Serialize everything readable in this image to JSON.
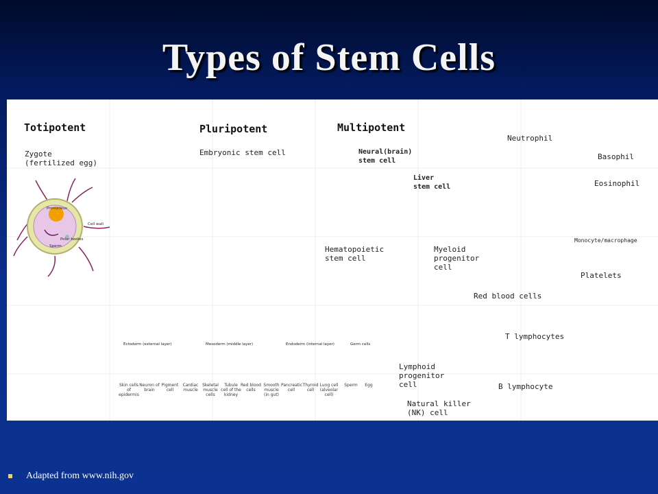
{
  "slide": {
    "title": "Types of Stem Cells",
    "footer": "Adapted from www.nih.gov"
  },
  "diagram": {
    "totipotent": {
      "heading": "Totipotent",
      "desc": "Zygote\n(fertilized egg)",
      "parts": [
        "Pronucleus",
        "Polar bodies",
        "Sperm",
        "Cell wall"
      ]
    },
    "pluripotent": {
      "heading": "Pluripotent",
      "desc": "Embryonic stem cell"
    },
    "multipotent": {
      "heading": "Multipotent"
    },
    "neural": "Neural(brain)\nstem cell",
    "liver": "Liver\nstem cell",
    "hematopoietic": "Hematopoietic\nstem cell",
    "myeloid": "Myeloid\nprogenitor\ncell",
    "lymphoid": "Lymphoid\nprogenitor\ncell",
    "neutrophil": "Neutrophil",
    "basophil": "Basophil",
    "eosinophil": "Eosinophil",
    "monocyte": "Monocyte/macrophage",
    "platelets": "Platelets",
    "rbc": "Red blood cells",
    "t_lymph": "T lymphocytes",
    "b_lymph": "B lymphocyte",
    "nk": "Natural killer\n(NK) cell",
    "germ_layers": {
      "ectoderm": "Ectoderm (external layer)",
      "mesoderm": "Mesoderm (middle layer)",
      "endoderm": "Endoderm (internal layer)",
      "germ": "Germ cells",
      "cells": [
        "Skin cells of epidermis",
        "Neuron of brain",
        "Pigment cell",
        "Cardiac muscle",
        "Skeletal muscle cells",
        "Tubule cell of the kidney",
        "Red blood cells",
        "Smooth muscle (in gut)",
        "Pancreatic cell",
        "Thyroid cell",
        "Lung cell (alveolar cell)",
        "Sperm",
        "Egg"
      ]
    }
  },
  "colors": {
    "ectoderm_bg": "#cfe6f3",
    "mesoderm_bg": "#d7eccf",
    "endoderm_bg": "#f4efc0",
    "germ_bg": "#d9c6ea"
  }
}
